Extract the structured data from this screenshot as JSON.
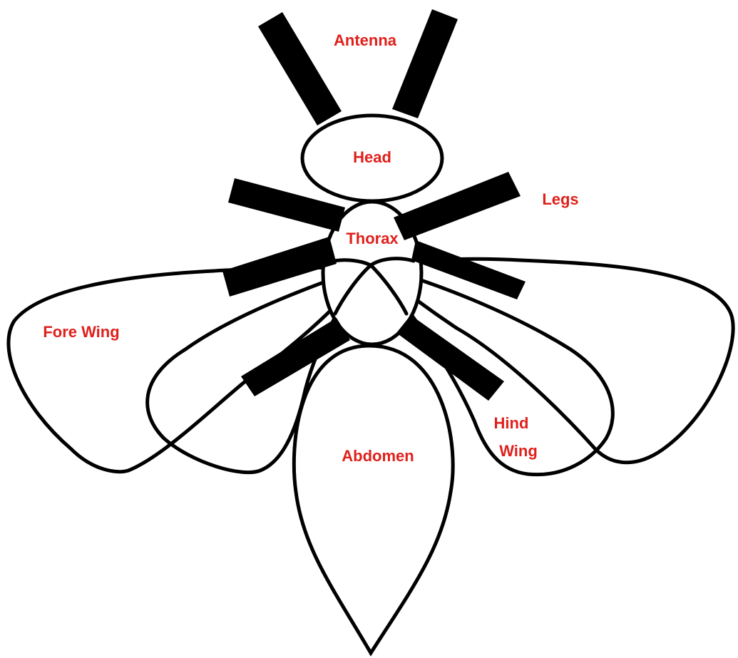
{
  "labels": {
    "antenna": "Antenna",
    "head": "Head",
    "legs": "Legs",
    "thorax": "Thorax",
    "fore_wing": "Fore Wing",
    "hind_wing_line1": "Hind",
    "hind_wing_line2": "Wing",
    "abdomen": "Abdomen"
  },
  "colors": {
    "label": "#e0201b",
    "outline": "#000000",
    "background": "#ffffff"
  }
}
